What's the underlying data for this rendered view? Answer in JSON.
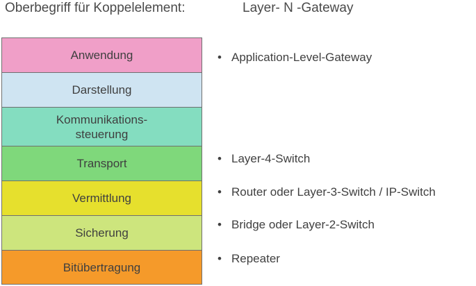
{
  "header": {
    "left_label": "Oberbegriff für Koppelelement:",
    "right_label": "Layer- N -Gateway"
  },
  "layers": [
    {
      "label": "Anwendung",
      "color": "#f09fc8"
    },
    {
      "label": "Darstellung",
      "color": "#cfe4f2"
    },
    {
      "label": "Kommunikations-\nsteuerung",
      "color": "#84ddc0"
    },
    {
      "label": "Transport",
      "color": "#7fd87b"
    },
    {
      "label": "Vermittlung",
      "color": "#e6e02d"
    },
    {
      "label": "Sicherung",
      "color": "#cde57d"
    },
    {
      "label": "Bitübertragung",
      "color": "#f59a2a"
    }
  ],
  "bullets": [
    {
      "text": "Application-Level-Gateway"
    },
    {
      "text": "Layer-4-Switch"
    },
    {
      "text": "Router oder Layer-3-Switch / IP-Switch"
    },
    {
      "text": "Bridge oder Layer-2-Switch"
    },
    {
      "text": "Repeater"
    }
  ],
  "bullet_symbol": "•"
}
